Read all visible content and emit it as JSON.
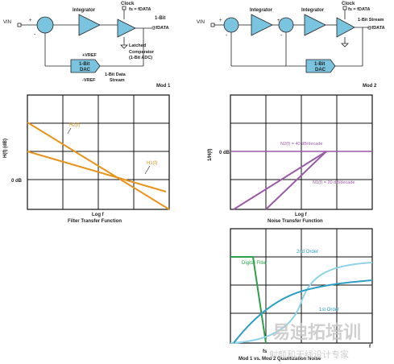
{
  "mod1": {
    "vin": "VIN",
    "integrator": "Integrator",
    "clock": "Clock",
    "fs": "fs = fDATA",
    "out": "1-Bit",
    "out2": "@fDATA",
    "latched": "Latched",
    "comparator": "Comparator",
    "adc": "(1-Bit ADC)",
    "vref_p": "+VREF",
    "vref_m": "-VREF",
    "dac": "1-Bit",
    "dac2": "DAC",
    "stream": "1-Bit Data",
    "stream2": "Stream",
    "label": "Mod 1",
    "plus": "+",
    "minus": "-"
  },
  "mod2": {
    "vin": "VIN",
    "integrator1": "Integrator",
    "integrator2": "Integrator",
    "clock": "Clock",
    "fs": "fs = fDATA",
    "out": "1-Bit Stream",
    "out2": "@fDATA",
    "dac": "1-Bit",
    "dac2": "DAC",
    "label": "Mod 2",
    "plus": "+",
    "minus": "-"
  },
  "filter_chart": {
    "ylabel": "H(f) (dB)",
    "zero_db": "0 dB",
    "xlabel": "Log f",
    "caption": "Filter Transfer Function",
    "h1": "H1(f)",
    "h2": "H2(f)"
  },
  "noise_chart": {
    "ylabel": "1/H(f)",
    "zero_db": "0 dB",
    "n2": "N2(f) = 40 dB/decade",
    "n1": "N1(f) = 20 dB/decade",
    "xlabel": "Log f",
    "caption": "Noise Transfer Function"
  },
  "snr_chart": {
    "digital_filter": "Digital Filter",
    "second_order": "2nd Order",
    "first_order": "1st Order",
    "fs": "fs",
    "xlabel": "f",
    "caption": "Mod 1 vs. Mod 2 Quantization Noise"
  },
  "watermark": {
    "big": "易迪拓培训",
    "small": "射频和天线设计专家"
  },
  "colors": {
    "block_fill": "#7bc4e0",
    "orange": "#e8941c",
    "purple": "#9a5aa8",
    "green": "#2ea04a",
    "cyan_dark": "#2f9ec4",
    "cyan_light": "#8fd3e6",
    "grid": "#111111"
  }
}
